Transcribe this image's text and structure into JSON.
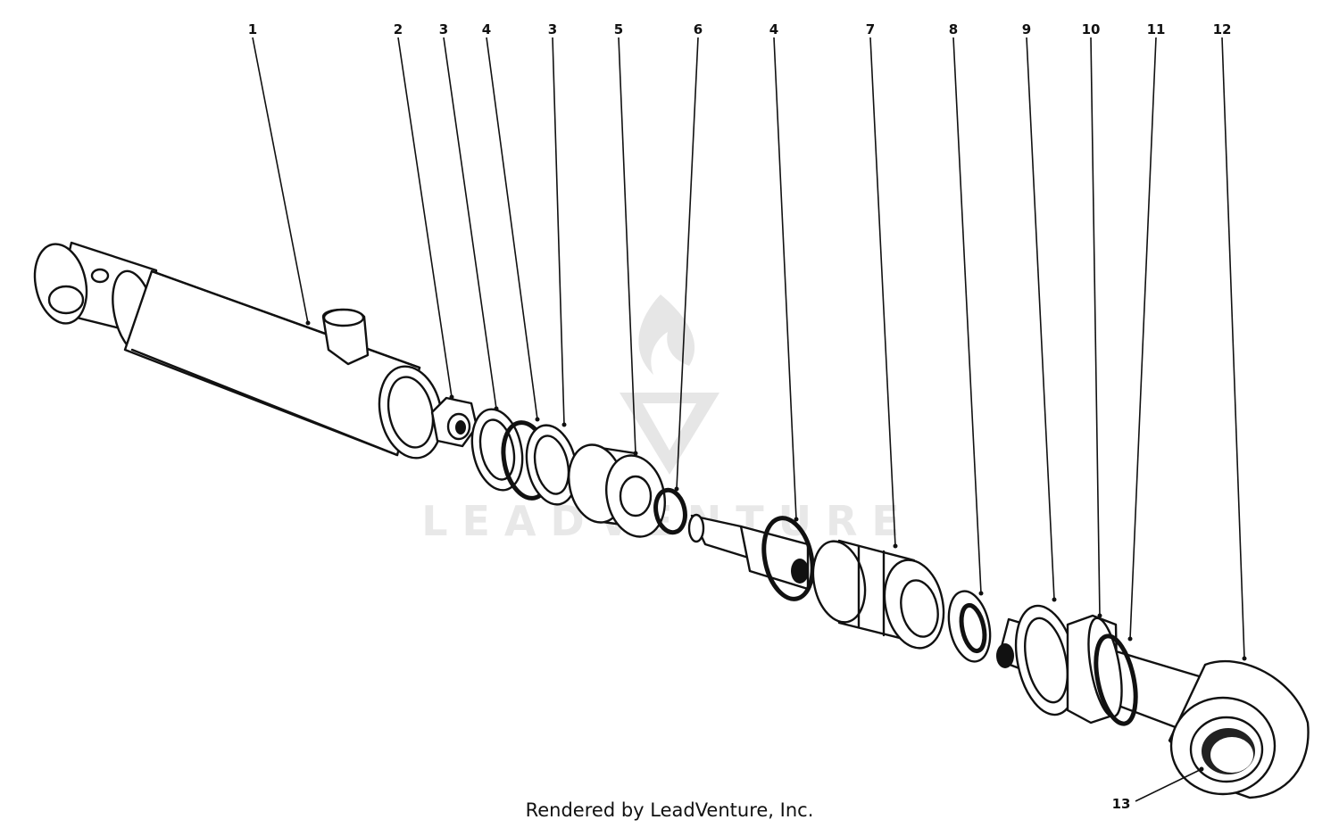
{
  "diagram": {
    "callouts": [
      {
        "id": "c1",
        "label": "1"
      },
      {
        "id": "c2",
        "label": "2"
      },
      {
        "id": "c3a",
        "label": "3"
      },
      {
        "id": "c4a",
        "label": "4"
      },
      {
        "id": "c3b",
        "label": "3"
      },
      {
        "id": "c5",
        "label": "5"
      },
      {
        "id": "c6",
        "label": "6"
      },
      {
        "id": "c4b",
        "label": "4"
      },
      {
        "id": "c7",
        "label": "7"
      },
      {
        "id": "c8",
        "label": "8"
      },
      {
        "id": "c9",
        "label": "9"
      },
      {
        "id": "c10",
        "label": "10"
      },
      {
        "id": "c11",
        "label": "11"
      },
      {
        "id": "c12",
        "label": "12"
      },
      {
        "id": "c13",
        "label": "13"
      }
    ],
    "watermark": {
      "text": "LEADVENTURE",
      "color": "#e8e8e8"
    },
    "footer": "Rendered by LeadVenture, Inc."
  }
}
